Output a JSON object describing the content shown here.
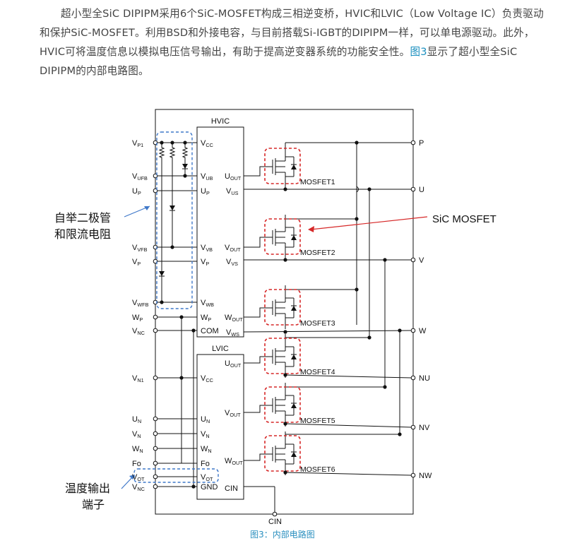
{
  "paragraph": {
    "part1": "超小型全SiC DIPIPM采用6个SiC-MOSFET构成三相逆变桥，HVIC和LVIC（Low Voltage IC）负责驱动和保护SiC-MOSFET。利用BSD和外接电容，与目前搭载Si-IGBT的DIPIPM一样，可以单电源驱动。此外，HVIC可将温度信息以模拟电压信号输出，有助于提高逆变器系统的功能安全性。",
    "link": "图3",
    "part2": "显示了超小型全SiC DIPIPM的内部电路图。"
  },
  "diagram": {
    "hvic_title": "HVIC",
    "lvic_title": "LVIC",
    "left_pins": {
      "vp1": [
        "V",
        "P1"
      ],
      "vufb": [
        "V",
        "UFB"
      ],
      "up": [
        "U",
        "P"
      ],
      "vvfb": [
        "V",
        "VFB"
      ],
      "vp": [
        "V",
        "P"
      ],
      "vwfb": [
        "V",
        "WFB"
      ],
      "wp": [
        "W",
        "P"
      ],
      "vnc1": [
        "V",
        "NC"
      ],
      "vn1": [
        "V",
        "N1"
      ],
      "un": [
        "U",
        "N"
      ],
      "vn": [
        "V",
        "N"
      ],
      "wn": [
        "W",
        "N"
      ],
      "fo": [
        "Fo",
        ""
      ],
      "vot": [
        "V",
        "OT"
      ],
      "vnc2": [
        "V",
        "NC"
      ]
    },
    "hvic_left": {
      "vcc": [
        "V",
        "CC"
      ],
      "vub": [
        "V",
        "UB"
      ],
      "up": [
        "U",
        "P"
      ],
      "vvb": [
        "V",
        "VB"
      ],
      "vp": [
        "V",
        "P"
      ],
      "vwb": [
        "V",
        "WB"
      ],
      "wp": [
        "W",
        "P"
      ],
      "com": [
        "COM",
        ""
      ]
    },
    "hvic_right": {
      "uout": [
        "U",
        "OUT"
      ],
      "vus": [
        "V",
        "US"
      ],
      "vout": [
        "V",
        "OUT"
      ],
      "vvs": [
        "V",
        "VS"
      ],
      "wout": [
        "W",
        "OUT"
      ],
      "vws": [
        "V",
        "WS"
      ]
    },
    "lvic_left": {
      "vcc": [
        "V",
        "CC"
      ],
      "un": [
        "U",
        "N"
      ],
      "vn": [
        "V",
        "N"
      ],
      "wn": [
        "W",
        "N"
      ],
      "fo": [
        "Fo",
        ""
      ],
      "vot": [
        "V",
        "OT"
      ],
      "gnd": [
        "GND",
        ""
      ]
    },
    "lvic_right": {
      "uout": [
        "U",
        "OUT"
      ],
      "vout": [
        "V",
        "OUT"
      ],
      "wout": [
        "W",
        "OUT"
      ],
      "cin": [
        "CIN",
        ""
      ]
    },
    "mosfets": [
      "MOSFET1",
      "MOSFET2",
      "MOSFET3",
      "MOSFET4",
      "MOSFET5",
      "MOSFET6"
    ],
    "right_pins": [
      "P",
      "U",
      "V",
      "W",
      "NU",
      "NV",
      "NW"
    ],
    "bottom_pin": "CIN",
    "annotation_bsd_line1": "自举二极管",
    "annotation_bsd_line2": "和限流电阻",
    "annotation_sic": "SiC MOSFET",
    "annotation_temp_line1": "温度输出",
    "annotation_temp_line2": "端子",
    "colors": {
      "wire": "#111111",
      "blue_dash": "#3f78c9",
      "red_dash": "#d62828"
    }
  },
  "caption": "图3：内部电路图"
}
